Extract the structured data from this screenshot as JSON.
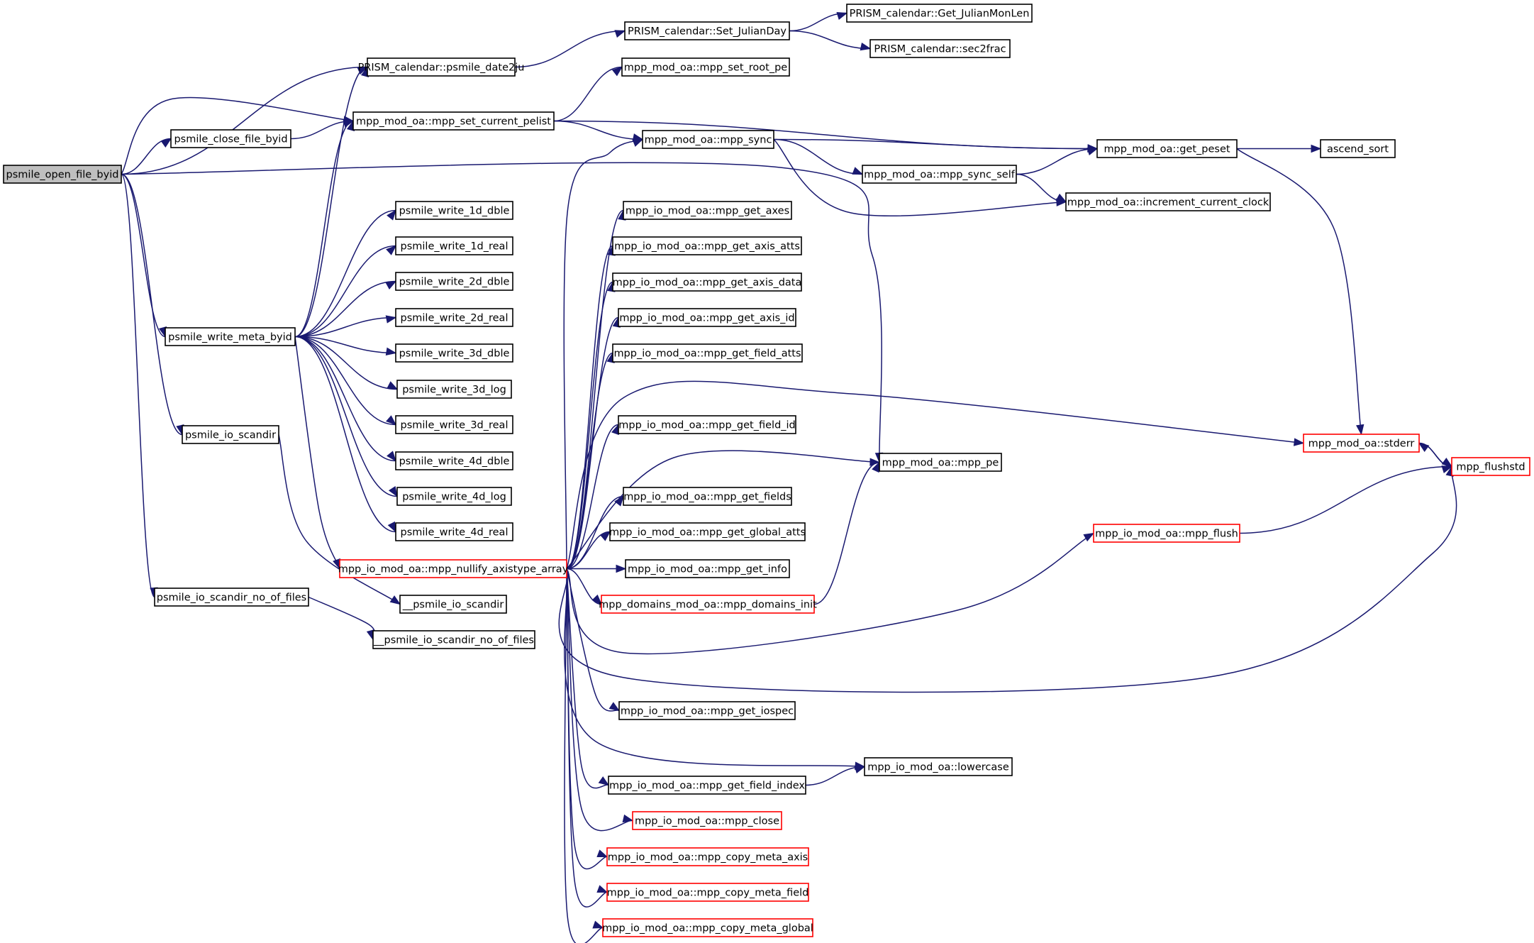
{
  "colors": {
    "edge": "#191970",
    "node_border": "#000000",
    "node_border_truncated": "#ff0000",
    "root_fill": "#bfbfbf",
    "node_fill": "#ffffff"
  },
  "nodes": [
    {
      "id": "n0",
      "label": "psmile_open_file_byid",
      "kind": "root"
    },
    {
      "id": "n1",
      "label": "PRISM_calendar::psmile_date2ju",
      "kind": "normal"
    },
    {
      "id": "n2",
      "label": "PRISM_calendar::Set_JulianDay",
      "kind": "normal"
    },
    {
      "id": "n3",
      "label": "PRISM_calendar::Get_JulianMonLen",
      "kind": "normal"
    },
    {
      "id": "n4",
      "label": "PRISM_calendar::sec2frac",
      "kind": "normal"
    },
    {
      "id": "n5",
      "label": "mpp_mod_oa::mpp_set_root_pe",
      "kind": "normal"
    },
    {
      "id": "n6",
      "label": "psmile_close_file_byid",
      "kind": "normal"
    },
    {
      "id": "n7",
      "label": "mpp_mod_oa::mpp_set_current_pelist",
      "kind": "normal"
    },
    {
      "id": "n8",
      "label": "mpp_mod_oa::mpp_sync",
      "kind": "normal"
    },
    {
      "id": "n9",
      "label": "mpp_mod_oa::get_peset",
      "kind": "normal"
    },
    {
      "id": "n10",
      "label": "ascend_sort",
      "kind": "normal"
    },
    {
      "id": "n11",
      "label": "mpp_mod_oa::mpp_sync_self",
      "kind": "normal"
    },
    {
      "id": "n12",
      "label": "mpp_mod_oa::increment_current_clock",
      "kind": "normal"
    },
    {
      "id": "n13",
      "label": "mpp_mod_oa::mpp_pe",
      "kind": "normal"
    },
    {
      "id": "n14",
      "label": "psmile_write_meta_byid",
      "kind": "normal"
    },
    {
      "id": "n15",
      "label": "psmile_write_1d_dble",
      "kind": "normal"
    },
    {
      "id": "n16",
      "label": "psmile_write_1d_real",
      "kind": "normal"
    },
    {
      "id": "n17",
      "label": "psmile_write_2d_dble",
      "kind": "normal"
    },
    {
      "id": "n18",
      "label": "psmile_write_2d_real",
      "kind": "normal"
    },
    {
      "id": "n19",
      "label": "psmile_write_3d_dble",
      "kind": "normal"
    },
    {
      "id": "n20",
      "label": "psmile_write_3d_log",
      "kind": "normal"
    },
    {
      "id": "n21",
      "label": "psmile_write_3d_real",
      "kind": "normal"
    },
    {
      "id": "n22",
      "label": "psmile_write_4d_dble",
      "kind": "normal"
    },
    {
      "id": "n23",
      "label": "psmile_write_4d_log",
      "kind": "normal"
    },
    {
      "id": "n24",
      "label": "psmile_write_4d_real",
      "kind": "normal"
    },
    {
      "id": "n25",
      "label": "mpp_io_mod_oa::mpp_nullify_axistype_array",
      "kind": "truncated"
    },
    {
      "id": "n26",
      "label": "mpp_io_mod_oa::mpp_get_axes",
      "kind": "normal"
    },
    {
      "id": "n27",
      "label": "mpp_io_mod_oa::mpp_get_axis_atts",
      "kind": "normal"
    },
    {
      "id": "n28",
      "label": "mpp_io_mod_oa::mpp_get_axis_data",
      "kind": "normal"
    },
    {
      "id": "n29",
      "label": "mpp_io_mod_oa::mpp_get_axis_id",
      "kind": "normal"
    },
    {
      "id": "n30",
      "label": "mpp_io_mod_oa::mpp_get_field_atts",
      "kind": "normal"
    },
    {
      "id": "n31",
      "label": "mpp_io_mod_oa::mpp_get_field_id",
      "kind": "normal"
    },
    {
      "id": "n32",
      "label": "mpp_io_mod_oa::mpp_get_fields",
      "kind": "normal"
    },
    {
      "id": "n33",
      "label": "mpp_io_mod_oa::mpp_get_global_atts",
      "kind": "normal"
    },
    {
      "id": "n34",
      "label": "mpp_io_mod_oa::mpp_get_info",
      "kind": "normal"
    },
    {
      "id": "n35",
      "label": "mpp_domains_mod_oa::mpp_domains_init",
      "kind": "truncated"
    },
    {
      "id": "n36",
      "label": "mpp_io_mod_oa::mpp_get_iospec",
      "kind": "normal"
    },
    {
      "id": "n37",
      "label": "mpp_io_mod_oa::lowercase",
      "kind": "normal"
    },
    {
      "id": "n38",
      "label": "mpp_io_mod_oa::mpp_get_field_index",
      "kind": "normal"
    },
    {
      "id": "n39",
      "label": "mpp_io_mod_oa::mpp_close",
      "kind": "truncated"
    },
    {
      "id": "n40",
      "label": "mpp_io_mod_oa::mpp_copy_meta_axis",
      "kind": "truncated"
    },
    {
      "id": "n41",
      "label": "mpp_io_mod_oa::mpp_copy_meta_field",
      "kind": "truncated"
    },
    {
      "id": "n42",
      "label": "mpp_io_mod_oa::mpp_copy_meta_global",
      "kind": "truncated"
    },
    {
      "id": "n43",
      "label": "mpp_mod_oa::stderr",
      "kind": "truncated"
    },
    {
      "id": "n44",
      "label": "mpp_flushstd",
      "kind": "truncated"
    },
    {
      "id": "n45",
      "label": "mpp_io_mod_oa::mpp_flush",
      "kind": "truncated"
    },
    {
      "id": "n46",
      "label": "psmile_io_scandir",
      "kind": "normal"
    },
    {
      "id": "n47",
      "label": "psmile_io_scandir_no_of_files",
      "kind": "normal"
    },
    {
      "id": "n48",
      "label": "__psmile_io_scandir",
      "kind": "normal"
    },
    {
      "id": "n49",
      "label": "__psmile_io_scandir_no_of_files",
      "kind": "normal"
    }
  ],
  "edges": [
    [
      "n0",
      "n1"
    ],
    [
      "n0",
      "n7"
    ],
    [
      "n0",
      "n6"
    ],
    [
      "n0",
      "n13"
    ],
    [
      "n0",
      "n14"
    ],
    [
      "n0",
      "n46"
    ],
    [
      "n0",
      "n47"
    ],
    [
      "n1",
      "n2"
    ],
    [
      "n2",
      "n3"
    ],
    [
      "n2",
      "n4"
    ],
    [
      "n6",
      "n7"
    ],
    [
      "n7",
      "n5"
    ],
    [
      "n7",
      "n8"
    ],
    [
      "n7",
      "n9"
    ],
    [
      "n8",
      "n9"
    ],
    [
      "n8",
      "n11"
    ],
    [
      "n8",
      "n12"
    ],
    [
      "n11",
      "n9"
    ],
    [
      "n11",
      "n12"
    ],
    [
      "n9",
      "n10"
    ],
    [
      "n9",
      "n43"
    ],
    [
      "n14",
      "n1"
    ],
    [
      "n14",
      "n7"
    ],
    [
      "n14",
      "n15"
    ],
    [
      "n14",
      "n16"
    ],
    [
      "n14",
      "n17"
    ],
    [
      "n14",
      "n18"
    ],
    [
      "n14",
      "n19"
    ],
    [
      "n14",
      "n20"
    ],
    [
      "n14",
      "n21"
    ],
    [
      "n14",
      "n22"
    ],
    [
      "n14",
      "n23"
    ],
    [
      "n14",
      "n24"
    ],
    [
      "n14",
      "n25"
    ],
    [
      "n25",
      "n8"
    ],
    [
      "n25",
      "n26"
    ],
    [
      "n25",
      "n27"
    ],
    [
      "n25",
      "n28"
    ],
    [
      "n25",
      "n29"
    ],
    [
      "n25",
      "n30"
    ],
    [
      "n25",
      "n31"
    ],
    [
      "n25",
      "n32"
    ],
    [
      "n25",
      "n33"
    ],
    [
      "n25",
      "n34"
    ],
    [
      "n25",
      "n35"
    ],
    [
      "n25",
      "n36"
    ],
    [
      "n25",
      "n37"
    ],
    [
      "n25",
      "n38"
    ],
    [
      "n25",
      "n39"
    ],
    [
      "n25",
      "n40"
    ],
    [
      "n25",
      "n41"
    ],
    [
      "n25",
      "n42"
    ],
    [
      "n25",
      "n43"
    ],
    [
      "n25",
      "n13"
    ],
    [
      "n25",
      "n45"
    ],
    [
      "n25",
      "n44"
    ],
    [
      "n35",
      "n13"
    ],
    [
      "n38",
      "n37"
    ],
    [
      "n43",
      "n44"
    ],
    [
      "n44",
      "n43"
    ],
    [
      "n45",
      "n44"
    ],
    [
      "n46",
      "n48"
    ],
    [
      "n47",
      "n49"
    ]
  ]
}
